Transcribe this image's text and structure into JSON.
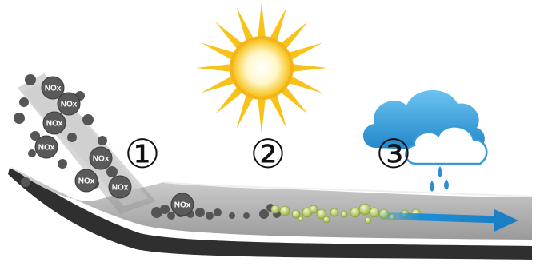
{
  "steps": [
    {
      "number": "①"
    },
    {
      "number": "②"
    },
    {
      "number": "③"
    }
  ],
  "pollutant_label": "NOx",
  "icons": {
    "sun": "sun-icon",
    "cloud": "rain-cloud-icon",
    "arrow": "flow-arrow-icon"
  },
  "colors": {
    "sun": "#f7c21a",
    "cloud": "#2a9ad8",
    "arrow": "#1e8fd6",
    "particle": "#555555",
    "neutralized": "#b9cf6a"
  }
}
